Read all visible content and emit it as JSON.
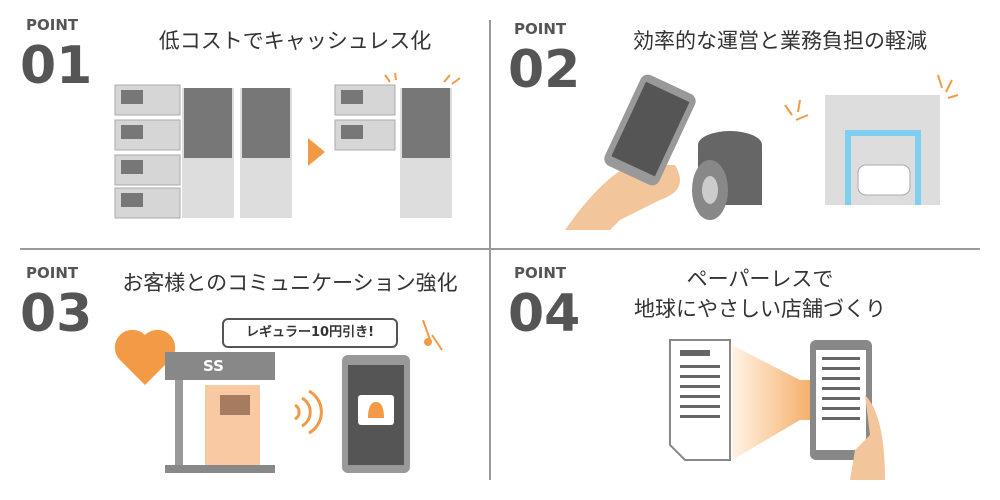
{
  "points": [
    {
      "label": "POINT",
      "number": "01",
      "title": "低コストでキャッシュレス化"
    },
    {
      "label": "POINT",
      "number": "02",
      "title": "効率的な運営と業務負担の軽減"
    },
    {
      "label": "POINT",
      "number": "03",
      "title": "お客様とのコミュニケーション強化"
    },
    {
      "label": "POINT",
      "number": "04",
      "title_line1": "ペーパーレスで",
      "title_line2": "地球にやさしい店舗づくり"
    }
  ],
  "point3": {
    "bubble": "レギュラー10円引き!",
    "station_sign": "SS"
  },
  "colors": {
    "accent": "#f29a45",
    "text": "#4a4a4a",
    "gray": "#bdbdbd",
    "dark": "#666666"
  }
}
